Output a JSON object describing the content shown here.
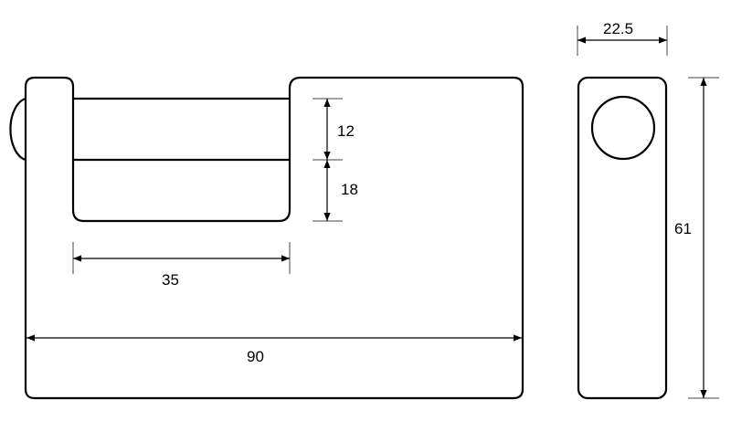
{
  "title": "Padlock dimensions drawing",
  "dimensions": {
    "shackle_height": "12",
    "shackle_clearance": "18",
    "shackle_width": "35",
    "body_width": "90",
    "body_depth": "22.5",
    "body_height": "61"
  },
  "colors": {
    "line": "#000000",
    "background": "#ffffff"
  }
}
